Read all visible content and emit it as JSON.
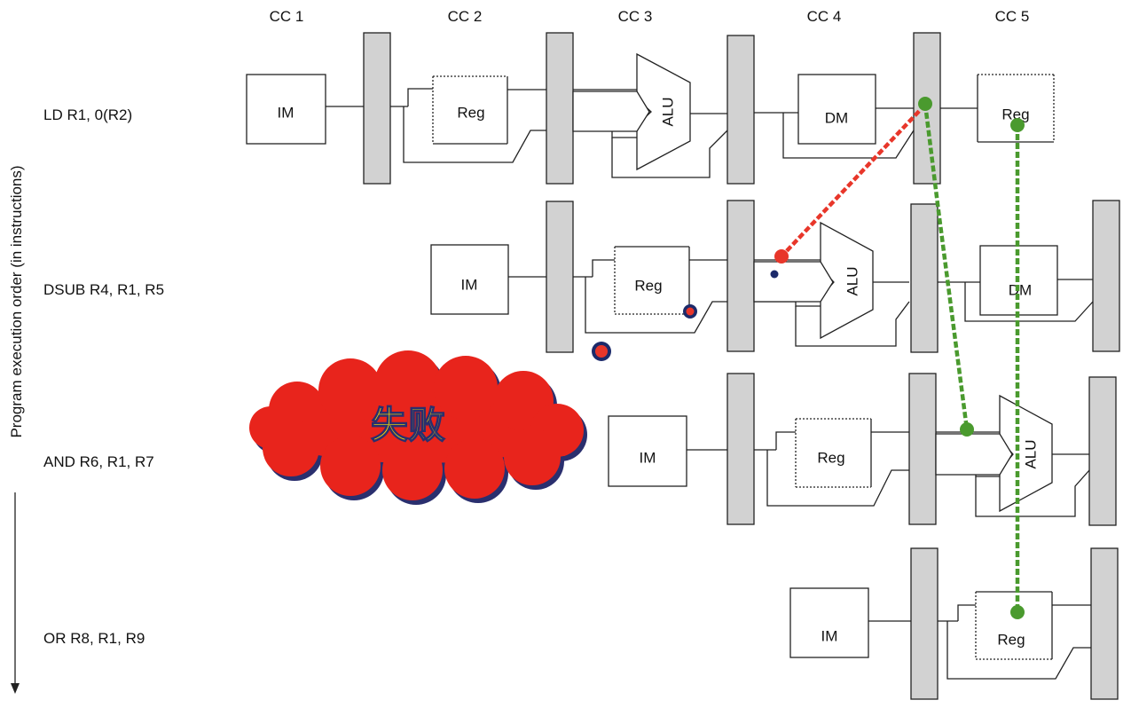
{
  "cycles": [
    "CC 1",
    "CC 2",
    "CC 3",
    "CC 4",
    "CC 5"
  ],
  "instructions": [
    "LD  R1, 0(R2)",
    "DSUB R4, R1, R5",
    "AND R6, R1, R7",
    "OR R8, R1, R9"
  ],
  "axis_label": "Program execution order (in instructions)",
  "units": {
    "im": "IM",
    "reg": "Reg",
    "alu": "ALU",
    "dm": "DM"
  },
  "callout": "失败",
  "colors": {
    "latch": "#d2d2d2",
    "bad_path": "#e8362a",
    "good_path": "#4a9a2e",
    "cloud": "#e8241c",
    "cloud_text": "#ffe400",
    "marker": "#1c2a6a"
  }
}
